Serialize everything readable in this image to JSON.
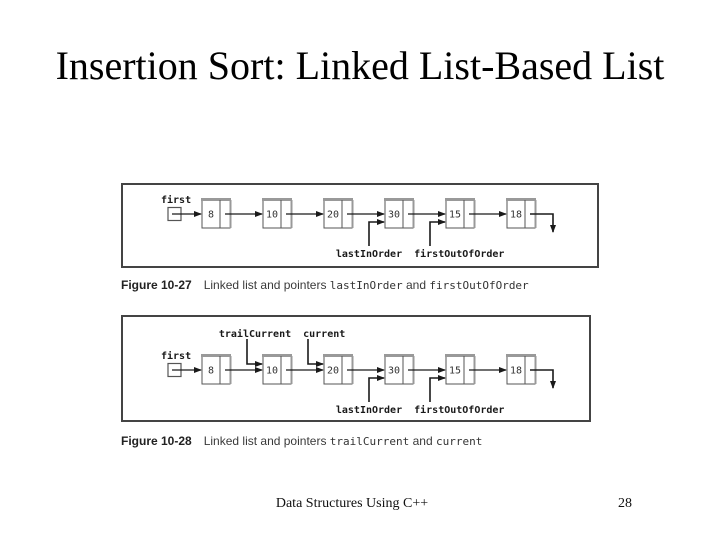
{
  "slide": {
    "title": "Insertion Sort: Linked List-Based List",
    "footer": {
      "text": "Data Structures Using C++",
      "page_number": "28"
    }
  },
  "figures": [
    {
      "id": "figure-10-27",
      "nodes": [
        "8",
        "10",
        "20",
        "30",
        "15",
        "18"
      ],
      "head_label": "first",
      "labels_above": [],
      "labels_below": [
        {
          "label": "lastInOrder",
          "node_index": 3
        },
        {
          "label": "firstOutOfOrder",
          "node_index": 4
        }
      ],
      "end_pointer": "down-arrow",
      "caption": [
        {
          "text": "Figure 10-27",
          "style": "bold"
        },
        {
          "text": "Linked list and pointers ",
          "style": "sans"
        },
        {
          "text": "lastInOrder",
          "style": "mono"
        },
        {
          "text": " and ",
          "style": "sans"
        },
        {
          "text": "firstOutOfOrder",
          "style": "mono"
        }
      ]
    },
    {
      "id": "figure-10-28",
      "nodes": [
        "8",
        "10",
        "20",
        "30",
        "15",
        "18"
      ],
      "head_label": "first",
      "labels_above": [
        {
          "label": "trailCurrent",
          "node_index": 1
        },
        {
          "label": "current",
          "node_index": 2
        }
      ],
      "labels_below": [
        {
          "label": "lastInOrder",
          "node_index": 3
        },
        {
          "label": "firstOutOfOrder",
          "node_index": 4
        }
      ],
      "end_pointer": "down-arrow",
      "caption": [
        {
          "text": "Figure 10-28",
          "style": "bold"
        },
        {
          "text": "Linked list and pointers ",
          "style": "sans"
        },
        {
          "text": "trailCurrent",
          "style": "mono"
        },
        {
          "text": " and ",
          "style": "sans"
        },
        {
          "text": "current",
          "style": "mono"
        }
      ]
    }
  ],
  "colors": {
    "background": "#ffffff",
    "title_text": "#000000",
    "diagram_line": "#1a1a1a",
    "node_border": "#555555",
    "node_shadow": "#999999",
    "node_fill": "#ffffff",
    "caption_bold": "#222222",
    "caption_text": "#3a3a3a"
  }
}
